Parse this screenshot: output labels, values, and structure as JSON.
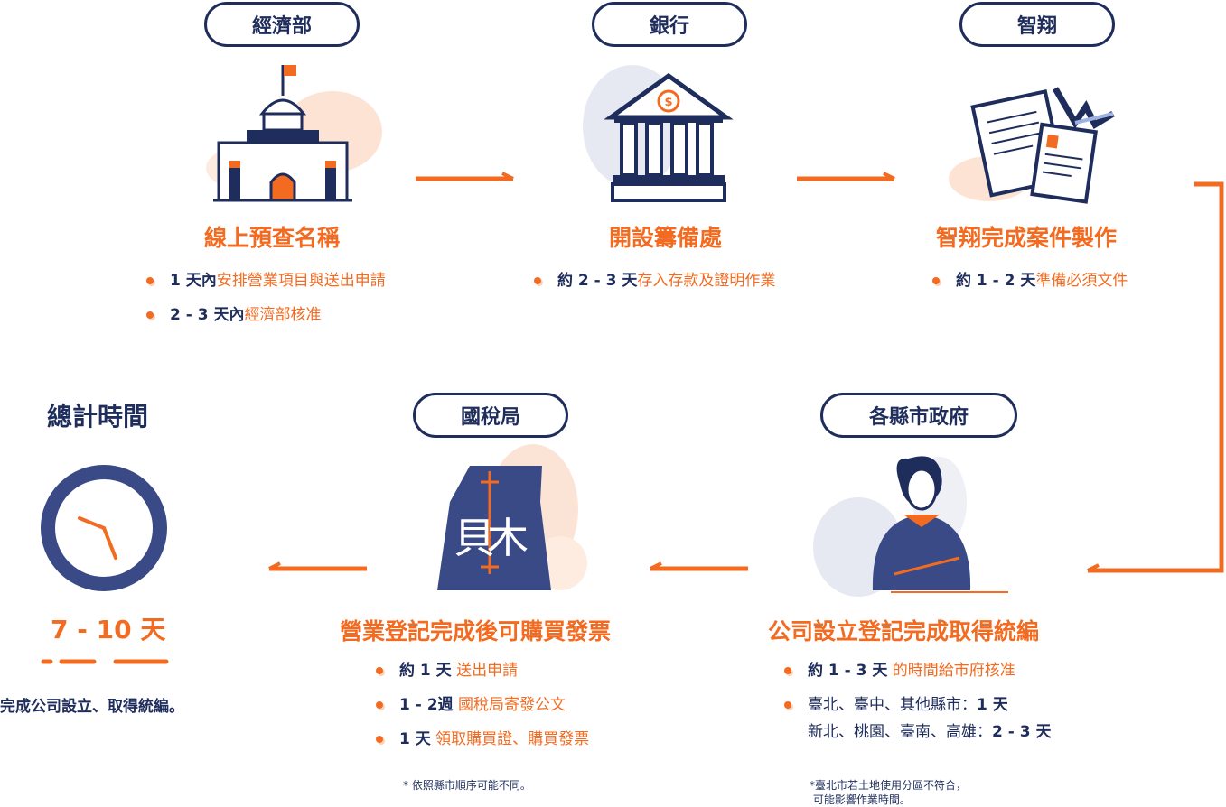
{
  "steps": [
    {
      "org": "經濟部",
      "title": "線上預查名稱",
      "items": [
        {
          "em": "1 天內",
          "text": "安排營業項目與送出申請"
        },
        {
          "em": "2 - 3 天內",
          "text": "經濟部核准"
        }
      ]
    },
    {
      "org": "銀行",
      "title": "開設籌備處",
      "items": [
        {
          "em": "約 2 - 3 天",
          "text": "存入存款及證明作業"
        }
      ]
    },
    {
      "org": "智翔",
      "title": "智翔完成案件製作",
      "items": [
        {
          "em": "約 1 - 2 天",
          "text": "準備必須文件"
        }
      ]
    },
    {
      "org": "各縣市政府",
      "title": "公司設立登記完成取得統編",
      "items": [
        {
          "em": "約 1 - 3 天",
          "text": " 的時間給市府核准"
        },
        {
          "line1": "臺北、臺中、其他縣市：",
          "em1": "1 天",
          "line2": "新北、桃園、臺南、高雄：",
          "em2": "2 - 3 天"
        }
      ],
      "note": "*臺北市若土地使用分區不符合，\n 可能影響作業時間。"
    },
    {
      "org": "國稅局",
      "title": "營業登記完成後可購買發票",
      "items": [
        {
          "em": "約 1 天",
          "text": " 送出申請"
        },
        {
          "em": "1 - 2週",
          "text": " 國稅局寄發公文"
        },
        {
          "em": "1 天",
          "text": " 領取購買證、購買發票"
        }
      ],
      "note": "* 依照縣市順序可能不同。"
    }
  ],
  "total": {
    "heading": "總計時間",
    "days": "7 - 10 天",
    "caption": "完成公司設立、取得統編。"
  },
  "colors": {
    "navy": "#1f2d5c",
    "orange": "#f26b21",
    "light_orange": "#fbd3b8",
    "icon_blue": "#3a4a86"
  },
  "icons": [
    "government-building-icon",
    "bank-icon",
    "documents-icon",
    "person-icon",
    "tax-bureau-icon",
    "clock-icon"
  ]
}
